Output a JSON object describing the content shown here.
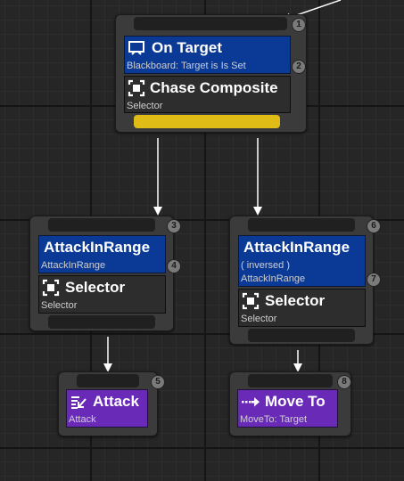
{
  "nodes": {
    "root": {
      "badge": "1",
      "decorator": {
        "badge": "2",
        "title": "On Target",
        "subtitle": "Blackboard: Target is Is Set"
      },
      "composite": {
        "title": "Chase Composite",
        "subtitle": "Selector"
      }
    },
    "left": {
      "badge": "3",
      "decorator": {
        "badge": "4",
        "title": "AttackInRange",
        "subtitle": "AttackInRange"
      },
      "composite": {
        "title": "Selector",
        "subtitle": "Selector"
      }
    },
    "right": {
      "badge": "6",
      "decorator": {
        "badge": "7",
        "title": "AttackInRange",
        "note": "( inversed )",
        "subtitle": "AttackInRange"
      },
      "composite": {
        "title": "Selector",
        "subtitle": "Selector"
      }
    },
    "attack": {
      "badge": "5",
      "title": "Attack",
      "subtitle": "Attack"
    },
    "moveto": {
      "badge": "8",
      "title": "Move To",
      "subtitle": "MoveTo: Target"
    }
  },
  "colors": {
    "decorator": "#0a3a96",
    "composite": "#2d2d2d",
    "task": "#6a2ab8",
    "active_pin": "#e0bc17",
    "wire": "#ffffff"
  },
  "icons": {
    "decorator": "blackboard-icon",
    "composite": "composite-icon",
    "attack": "attack-icon",
    "moveto": "move-to-icon"
  }
}
